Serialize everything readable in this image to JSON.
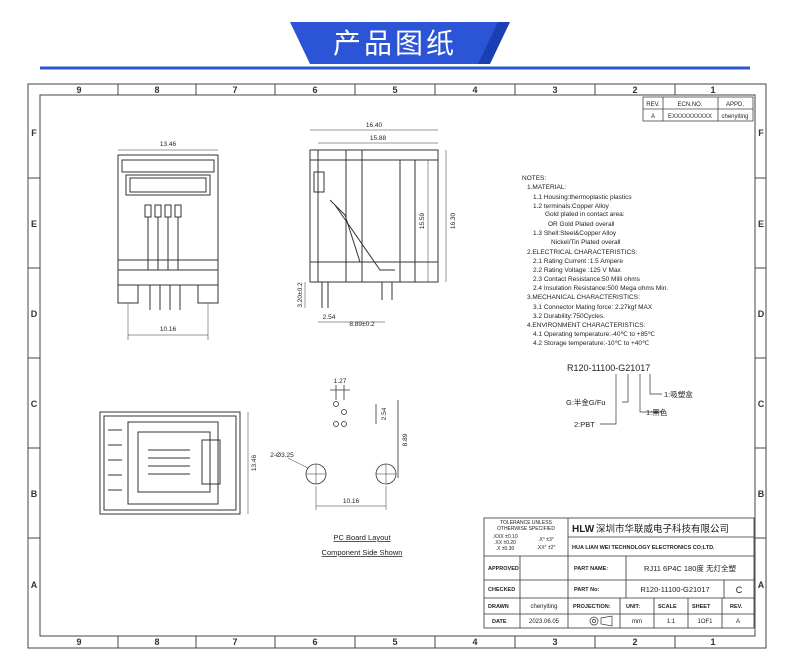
{
  "banner": {
    "title": "产品图纸"
  },
  "frame": {
    "columns": [
      "9",
      "8",
      "7",
      "6",
      "5",
      "4",
      "3",
      "2",
      "1"
    ],
    "rows": [
      "F",
      "E",
      "D",
      "C",
      "B",
      "A"
    ]
  },
  "revision_table": {
    "headers": [
      "REV.",
      "ECN.NO.",
      "APPD."
    ],
    "row": [
      "A",
      "EXXXXXXXXXX",
      "chenyiting"
    ]
  },
  "dimensions": {
    "front_width": "13.46",
    "front_pin_span": "10.16",
    "side_total": "16.40",
    "side_body": "15.88",
    "side_height_body": "15.59",
    "side_height_total": "16.30",
    "side_pin_offset": "2.54",
    "side_pin_pos": "8.89±0.2",
    "side_pin_len": "3.20±0.2",
    "pcb_pitch_h": "1.27",
    "pcb_pitch_v": "2.54",
    "pcb_row_gap": "8.89",
    "pcb_holes": "2-Ø3.25",
    "pcb_hole_span": "10.16",
    "top_depth": "13.46"
  },
  "notes": [
    "NOTES:",
    "1.MATERIAL:",
    "1.1  Housing:thermoplastic plastics",
    "1.2  terminals:Copper Alloy",
    "Gold plated in contact area:",
    "OR Gold  Plated overall",
    "1.3  Shell:Steel&Copper Alloy",
    "Nickel/Tin Plated overall",
    "2.ELECTRICAL CHARACTERISTICS:",
    "2.1  Rating Current :1.5 Ampere",
    "2.2  Rating Voltage :125 V Max",
    "2.3  Contact Resistance:50 Milli ohms",
    "2.4  Insulation Resistance:500 Mega ohms Min.",
    "3.MECHANICAL CHARACTERISTICS:",
    "3.1  Connector Mating force: 2.27kgf MAX",
    "3.2  Durability:750Cycles.",
    "4.ENVIRONMENT CHARACTERISTICS:",
    "4.1  Operating temperature:-40℃ to +85℃",
    "4.2  Storage temperature:-10℃ to +40℃"
  ],
  "part_code": {
    "code": "R120-11100-G21017",
    "callouts": [
      "1:吸塑盒",
      "1:黑色",
      "G:半金G/Fu",
      "2:PBT"
    ]
  },
  "pcb_caption": [
    "PC Board Layout",
    "Component Side Shown"
  ],
  "title_block": {
    "tolerance_header": [
      "TOLERANCE UNLESS",
      "OTHERWISE SPECIFIED"
    ],
    "tolerance_lines": [
      ".XXX ±0.10",
      ".XX ±0.20",
      ".X ±0.30",
      ".X° ±3°",
      ".XX° ±2°"
    ],
    "company_logo": "HLW",
    "company_cn": "深圳市华联威电子科技有限公司",
    "company_en": "HUA LIAN WEI TECHNOLOGY ELECTRONICS CO;LTD.",
    "approved_label": "APPROVED",
    "checked_label": "CHECKED",
    "drawn_label": "DRAWN",
    "date_label": "DATE",
    "drawn_value": "chenyiting",
    "date_value": "2023.06.05",
    "part_name_label": "PART NAME:",
    "part_name_value": "RJ11 6P4C 180度 无灯全塑",
    "part_no_label": "PART No:",
    "part_no_value": "R120-11100-G21017",
    "size_value": "C",
    "projection_label": "PROJECTION:",
    "unit_label": "UNIT:",
    "scale_label": "SCALE",
    "sheet_label": "SHEET",
    "rev_label": "REV.",
    "unit_value": "mm",
    "scale_value": "1:1",
    "sheet_value": "1OF1",
    "rev_value": "A"
  }
}
